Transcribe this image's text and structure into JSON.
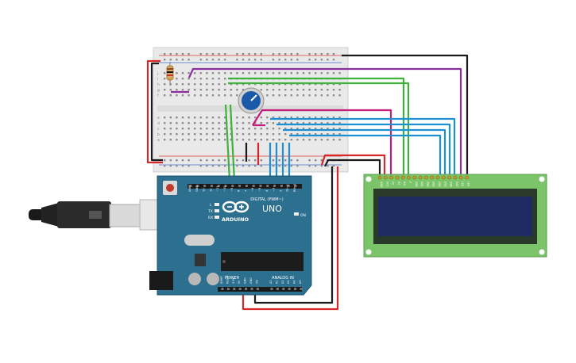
{
  "arduino": {
    "brand": "ARDUINO",
    "model": "UNO",
    "digital_label": "DIGITAL (PWM~)",
    "power_label": "POWER",
    "analog_label": "ANALOG IN",
    "on_label": "ON",
    "tx_label": "TX",
    "rx_label": "RX",
    "l_label": "L",
    "digital_pins": [
      "AREF",
      "GND",
      "13",
      "12",
      "~11",
      "~10",
      "~9",
      "8",
      "7",
      "~6",
      "~5",
      "4",
      "~3",
      "2",
      "TX→1",
      "RX←0"
    ],
    "power_pins": [
      "IOREF",
      "RESET",
      "3.3V",
      "5V",
      "GND",
      "GND",
      "Vin"
    ],
    "analog_pins": [
      "A0",
      "A1",
      "A2",
      "A3",
      "A4",
      "A5"
    ]
  },
  "breadboard": {
    "row_letters_top": [
      "j",
      "i",
      "h",
      "g",
      "f"
    ],
    "row_letters_bottom": [
      "e",
      "d",
      "c",
      "b",
      "a"
    ]
  },
  "lcd": {
    "pins": [
      "GND",
      "VCC",
      "V0",
      "RS",
      "RW",
      "E",
      "DB0",
      "DB1",
      "DB2",
      "DB3",
      "DB4",
      "DB5",
      "DB6",
      "DB7",
      "LED",
      "LED"
    ]
  },
  "colors": {
    "board_teal": "#2c6f8f",
    "breadboard": "#e9e9e9",
    "lcd_pcb": "#7bc46a",
    "lcd_screen": "#1f2b63",
    "wire_red": "#d62828",
    "wire_black": "#1b1b1b",
    "wire_green": "#3fb13b",
    "wire_blue": "#1e8fd0",
    "wire_purple": "#8a2fa0",
    "wire_magenta": "#c41c7a",
    "pot_knob": "#1b5aa8"
  }
}
